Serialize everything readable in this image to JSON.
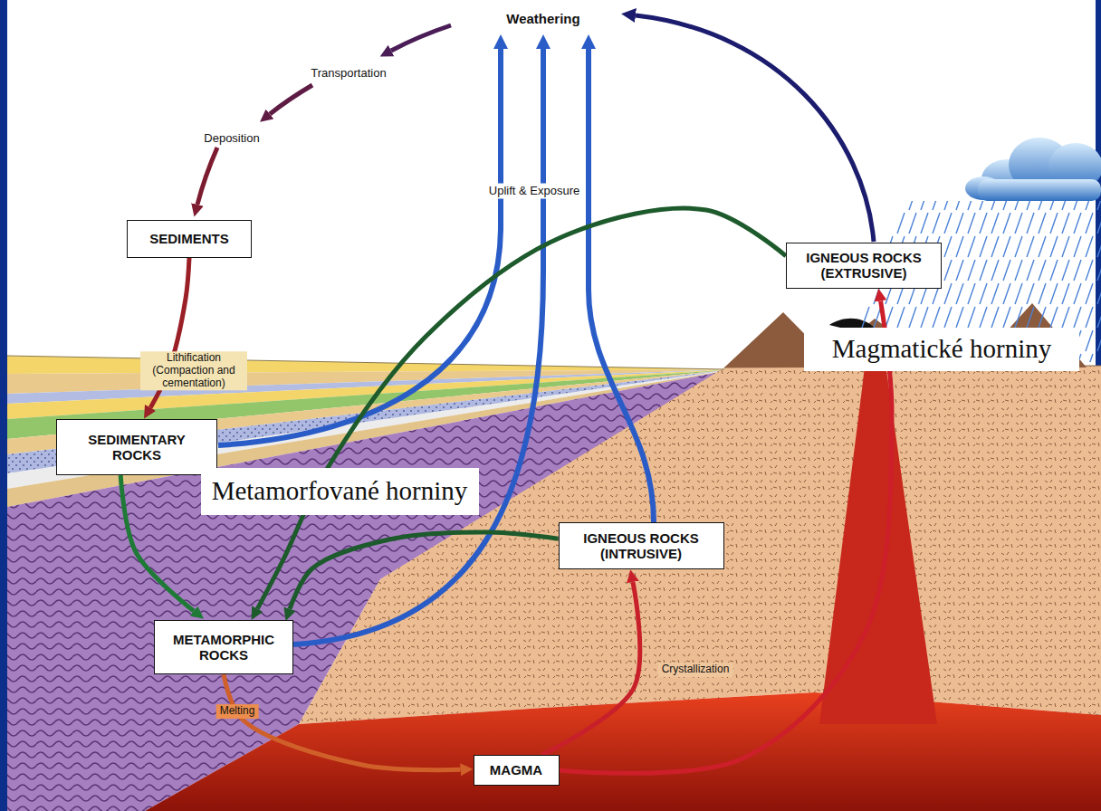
{
  "diagram": {
    "nodes": [
      {
        "text": [
          "SEDIMENTS"
        ]
      },
      {
        "text": [
          "IGNEOUS ROCKS (EXTRUSIVE)"
        ]
      },
      {
        "text": [
          "Magmatické horniny"
        ]
      },
      {
        "text": [
          "SEDIMENTARY ROCKS"
        ]
      },
      {
        "text": [
          "Metamorfované horniny"
        ]
      },
      {
        "text": [
          "IGNEOUS ROCKS (INTRUSIVE)"
        ]
      },
      {
        "text": [
          "METAMORPHIC ROCKS"
        ]
      },
      {
        "text": [
          "MAGMA"
        ]
      }
    ],
    "edges": [
      {
        "from": 0,
        "to": 3,
        "label": "Lithification (Compaction and cementation)",
        "arrow": "to"
      },
      {
        "from": 3,
        "to": 6,
        "arrow": "to"
      },
      {
        "from": 6,
        "to": 7,
        "label": "Melting",
        "arrow": "to"
      },
      {
        "from": 7,
        "to": 5,
        "label": "Crystallization",
        "arrow": "to"
      },
      {
        "from": 7,
        "to": 1,
        "arrow": "to"
      },
      {
        "from": 1,
        "to": 6,
        "arrow": "to"
      },
      {
        "from": 5,
        "to": 6,
        "arrow": "to"
      }
    ],
    "labels": [
      "Weathering",
      "Transportation",
      "Deposition",
      "Uplift & Exposure"
    ]
  }
}
